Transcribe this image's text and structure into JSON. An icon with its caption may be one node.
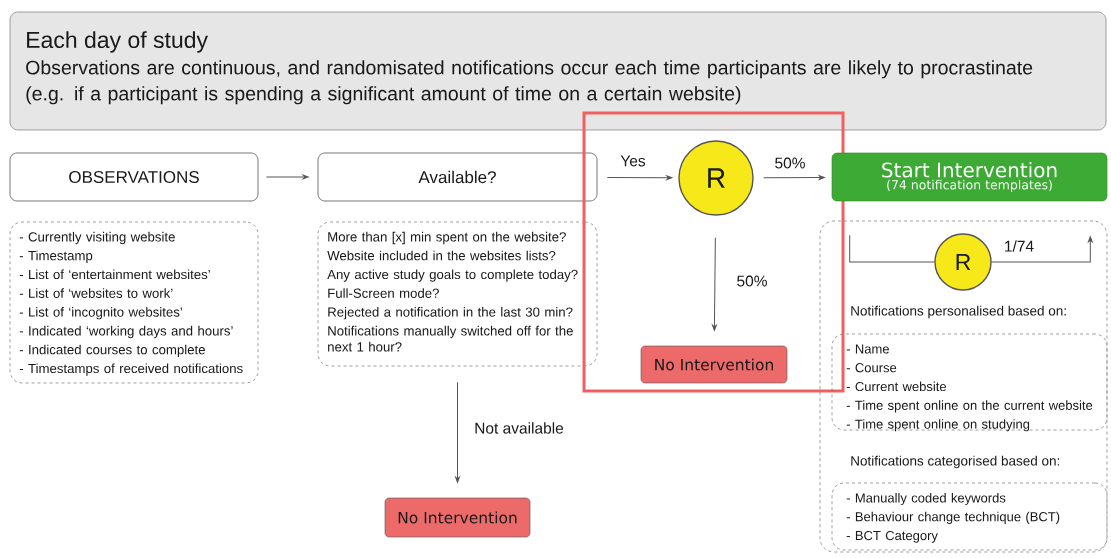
{
  "diagram": {
    "nodes": [
      {
        "text": [
          "Each day of study",
          "Observations are continuous, and randomisated notifications occur each time participants are likely to procrastinate (e.g. if a participant is spending a significant amount of time on a certain website)"
        ]
      },
      {
        "text": [
          "OBSERVATIONS"
        ]
      },
      {
        "text": [
          "- Currently visiting website",
          "- Timestamp",
          "- List of ‘entertainment websites’",
          "- List of ‘websites to work’",
          "- List of ‘incognito websites’",
          "- Indicated ‘working days and hours’",
          "- Indicated courses to complete",
          "- Timestamps of received notifications"
        ]
      },
      {
        "text": [
          "Available?"
        ]
      },
      {
        "text": [
          "More than [x] min spent on the website?",
          "Website included in the websites lists?",
          "Any active study goals to complete today?",
          "Full-Screen mode?",
          "Rejected a notification in the last 30 min?",
          "Notifications manually switched off for the next 1 hour?"
        ]
      },
      {
        "text": [],
        "shape": "box"
      },
      {
        "text": [
          "R"
        ],
        "in": 5
      },
      {
        "text": [
          "No Intervention"
        ],
        "in": 5
      },
      {
        "text": [
          "No Intervention"
        ]
      },
      {
        "text": [
          "Start Intervention",
          "(74 notification templates)"
        ]
      },
      {
        "text": [],
        "shape": "box"
      },
      {
        "text": [
          "R"
        ],
        "in": 10
      },
      {
        "text": [
          "Notifications personalised based on:",
          "- Name",
          "- Course",
          "- Current website",
          "- Time spent online on the current website",
          "- Time spent online on studying"
        ],
        "in": 10
      },
      {
        "text": [
          "Notifications categorised based on:",
          "- Manually coded keywords",
          "- Behaviour change technique (BCT)",
          "- BCT Category"
        ],
        "in": 10
      }
    ],
    "edges": [
      {
        "from": 1,
        "to": 3,
        "arrow": "to"
      },
      {
        "from": 3,
        "to": 6,
        "arrow": "to",
        "label": "Yes"
      },
      {
        "from": 6,
        "to": 9,
        "arrow": "to",
        "label": "50%"
      },
      {
        "from": 6,
        "to": 7,
        "arrow": "to",
        "label": "50%"
      },
      {
        "from": 4,
        "to": 8,
        "arrow": "to",
        "label": "Not available"
      },
      {
        "from": 9,
        "to": 11,
        "arrow": "none"
      },
      {
        "from": 11,
        "to": 9,
        "arrow": "to",
        "label": "1/74"
      }
    ]
  }
}
